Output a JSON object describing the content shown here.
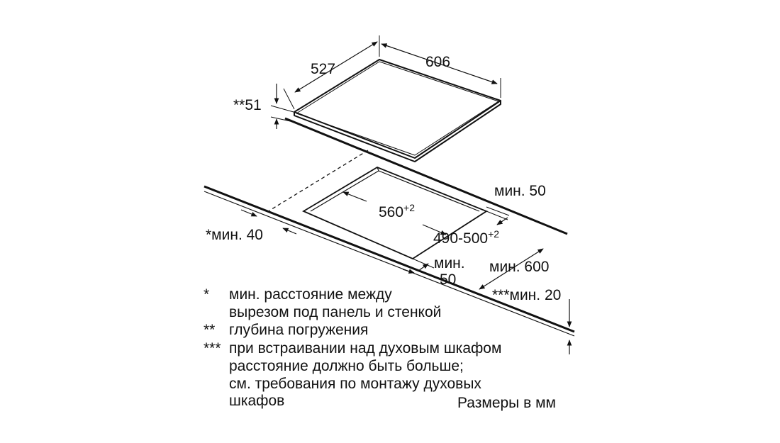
{
  "dimensions": {
    "hob_depth": "527",
    "hob_width": "606",
    "immersion_depth": "**51",
    "cutout_width": "560",
    "cutout_width_tol": "+2",
    "cutout_depth": "490-500",
    "cutout_depth_tol": "+2",
    "min_wall_cutout": "*мин. 40",
    "min_back": "мин. 50",
    "min_front_1": "мин.",
    "min_front_2": "50",
    "min_counter_depth": "мин. 600",
    "min_oven": "***мин. 20"
  },
  "notes": [
    {
      "mark": "*",
      "lines": [
        "мин. расстояние между",
        "вырезом под панель и стенкой"
      ]
    },
    {
      "mark": "**",
      "lines": [
        "глубина погружения"
      ]
    },
    {
      "mark": "***",
      "lines": [
        "при встраивании над духовым шкафом",
        "расстояние должно быть больше;",
        "см. требования по монтажу духовых",
        "шкафов"
      ]
    }
  ],
  "units_label": "Размеры в мм",
  "colors": {
    "line": "#111111",
    "background": "#ffffff"
  }
}
